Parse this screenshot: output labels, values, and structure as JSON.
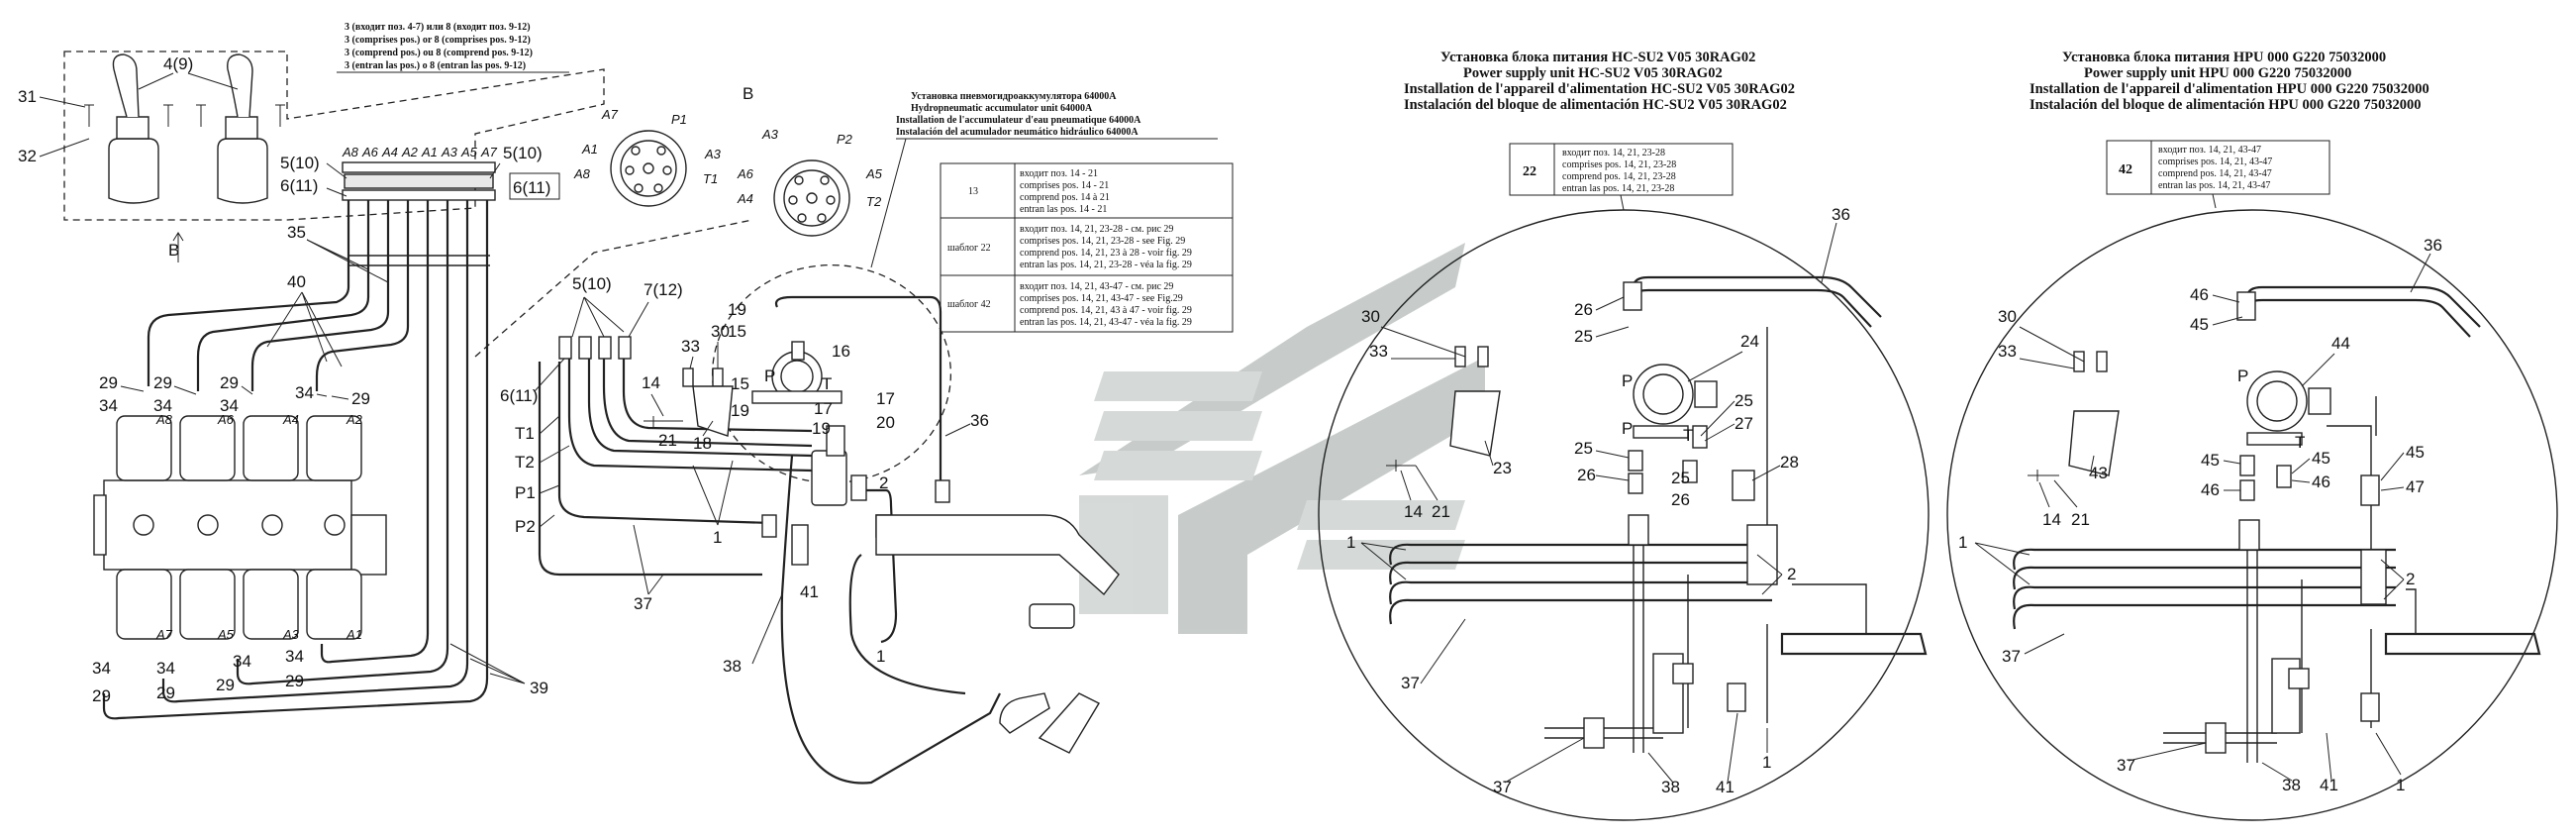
{
  "colors": {
    "line": "#222222",
    "background": "#ffffff",
    "watermark": "#9aa3a1"
  },
  "icons": {
    "watermark": "manufacturer-logo-watermark"
  },
  "sections": {
    "main": {
      "view_label": "В",
      "view_arrow_label": "В",
      "note_lines": [
        "3 (входит поз. 4-7) или  8 (входит поз. 9-12)",
        "3 (comprises pos.) or 8 (comprises pos. 9-12)",
        "3 (comprend pos.) ou 8 (comprend pos. 9-12)",
        "3 (entran las pos.) o 8 (entran las pos. 9-12)"
      ],
      "accumulator_title": [
        "Установка пневмогидроаккумулятора  64000A",
        "Hydropneumatic accumulator unit  64000A",
        "Installation de l'accumulateur d'eau pneumatique 64000A",
        "Instalación del acumulador neumático hidráulico  64000A"
      ],
      "table": [
        {
          "key": "13",
          "lines": [
            "входит поз. 14 - 21",
            "comprises pos. 14 - 21",
            "comprend pos. 14 à 21",
            "entran las pos. 14 - 21"
          ]
        },
        {
          "key": "шаблог 22",
          "lines": [
            "входит поз. 14, 21, 23-28 - см. рис 29",
            "comprises pos. 14, 21, 23-28 - see Fig. 29",
            "comprend pos. 14, 21, 23 à 28 - voir fig. 29",
            "entran las pos. 14, 21, 23-28 - véa la fig. 29"
          ]
        },
        {
          "key": "шаблог 42",
          "lines": [
            "входит поз. 14, 21, 43-47 - см. рис 29",
            "comprises pos. 14, 21, 43-47 - see Fig.29",
            "comprend pos. 14, 21, 43 à 47 - voir fig. 29",
            "entran las pos. 14, 21, 43-47 - véa la fig. 29"
          ]
        }
      ],
      "connector_a_pins": [
        "A7",
        "P1",
        "A8",
        "A3",
        "A1",
        "T1"
      ],
      "connector_b_pins": [
        "A3",
        "P2",
        "A6",
        "A5",
        "A4",
        "T2"
      ],
      "header_pins": [
        "A8",
        "A6",
        "A4",
        "A2",
        "A1",
        "A3",
        "A5",
        "A7"
      ],
      "valve_top_labels": [
        "A8",
        "A6",
        "A4",
        "A2"
      ],
      "valve_bottom_labels": [
        "A7",
        "A5",
        "A3",
        "A1"
      ],
      "line_labels": [
        "T1",
        "T2",
        "P1",
        "P2"
      ],
      "callouts": {
        "c4": "4(9)",
        "c31": "31",
        "c32": "32",
        "c510a": "5(10)",
        "c611a": "6(11)",
        "c510b": "5(10)",
        "c611b": "6(11)",
        "c35": "35",
        "c40": "40",
        "c29a": "29",
        "c34a": "34",
        "c29b": "29",
        "c34b": "34",
        "c29c": "29",
        "c34c": "34",
        "c34d": "34",
        "c29d": "29",
        "c34e": "34",
        "c29e": "29",
        "c34f": "34",
        "c29f": "29",
        "c34g": "34",
        "c29g": "29",
        "c34h": "34",
        "c29h": "29",
        "c39": "39",
        "c510c": "5(10)",
        "c712": "7(12)",
        "c611c": "6(11)",
        "c33": "33",
        "c30": "30",
        "c14": "14",
        "c21": "21",
        "c18": "18",
        "c19a": "19",
        "c15a": "15",
        "c16": "16",
        "c15b": "15",
        "c19b": "19",
        "c17a": "17",
        "c20": "20",
        "c19c": "19",
        "c17b": "17",
        "c2": "2",
        "c36": "36",
        "c1a": "1",
        "c37": "37",
        "c41": "41",
        "c38": "38",
        "c1b": "1",
        "pP": "P",
        "pT": "T"
      }
    },
    "unit22": {
      "title_lines": [
        "Установка блока питания HC-SU2 V05 30RAG02",
        "Power supply unit  HC-SU2 V05 30RAG02",
        "Installation de  l'appareil d'alimentation HC-SU2 V05 30RAG02",
        "Instalación del bloque de alimentación HC-SU2 V05 30RAG02"
      ],
      "box_key": "22",
      "box_lines": [
        "входит поз. 14, 21, 23-28",
        "comprises pos. 14, 21, 23-28",
        "comprend pos. 14, 21, 23-28",
        "entran las pos. 14, 21, 23-28"
      ],
      "callouts": {
        "c30": "30",
        "c33": "33",
        "c23": "23",
        "c14": "14",
        "c21": "21",
        "c1": "1",
        "c26a": "26",
        "c25a": "25",
        "c24": "24",
        "c25b": "25",
        "c27": "27",
        "c25c": "25",
        "c26b": "26",
        "c25d": "25",
        "c26c": "26",
        "c28": "28",
        "c36": "36",
        "c2": "2",
        "c37a": "37",
        "c37b": "37",
        "c38": "38",
        "c41": "41",
        "c1b": "1",
        "pP1": "P",
        "pP2": "P",
        "pT": "T"
      }
    },
    "unit42": {
      "title_lines": [
        "Установка блока питания HPU 000 G220 75032000",
        "Power supply unit  HPU 000 G220 75032000",
        "Installation de  l'appareil d'alimentation HPU 000 G220 75032000",
        "Instalación del bloque de alimentación HPU 000 G220 75032000"
      ],
      "box_key": "42",
      "box_lines": [
        "входит поз. 14, 21, 43-47",
        "comprises pos. 14, 21, 43-47",
        "comprend pos. 14, 21, 43-47",
        "entran las pos. 14, 21, 43-47"
      ],
      "callouts": {
        "c30": "30",
        "c33": "33",
        "c43": "43",
        "c14": "14",
        "c21": "21",
        "c1": "1",
        "c46a": "46",
        "c45a": "45",
        "c44": "44",
        "c45b": "45",
        "c46b": "46",
        "c45c": "45",
        "c46c": "46",
        "c45d": "45",
        "c47": "47",
        "c36": "36",
        "c2": "2",
        "c37": "37",
        "c38": "38",
        "c41": "41",
        "c1b": "1",
        "pP": "P",
        "pT": "T"
      }
    }
  }
}
